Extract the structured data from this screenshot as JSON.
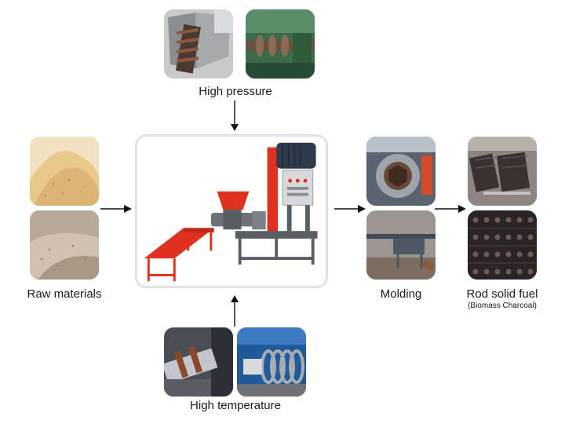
{
  "labels": {
    "high_pressure": "High pressure",
    "raw_materials": "Raw materials",
    "molding": "Molding",
    "rod_solid_fuel": "Rod solid fuel",
    "rod_solid_fuel_sub": "(Biomass Charcoal)",
    "high_temperature": "High temperature"
  },
  "colors": {
    "machine_red": "#e0301e",
    "machine_grey": "#6d7178",
    "arrow": "#111111",
    "frame_border": "#e2e2e2"
  }
}
